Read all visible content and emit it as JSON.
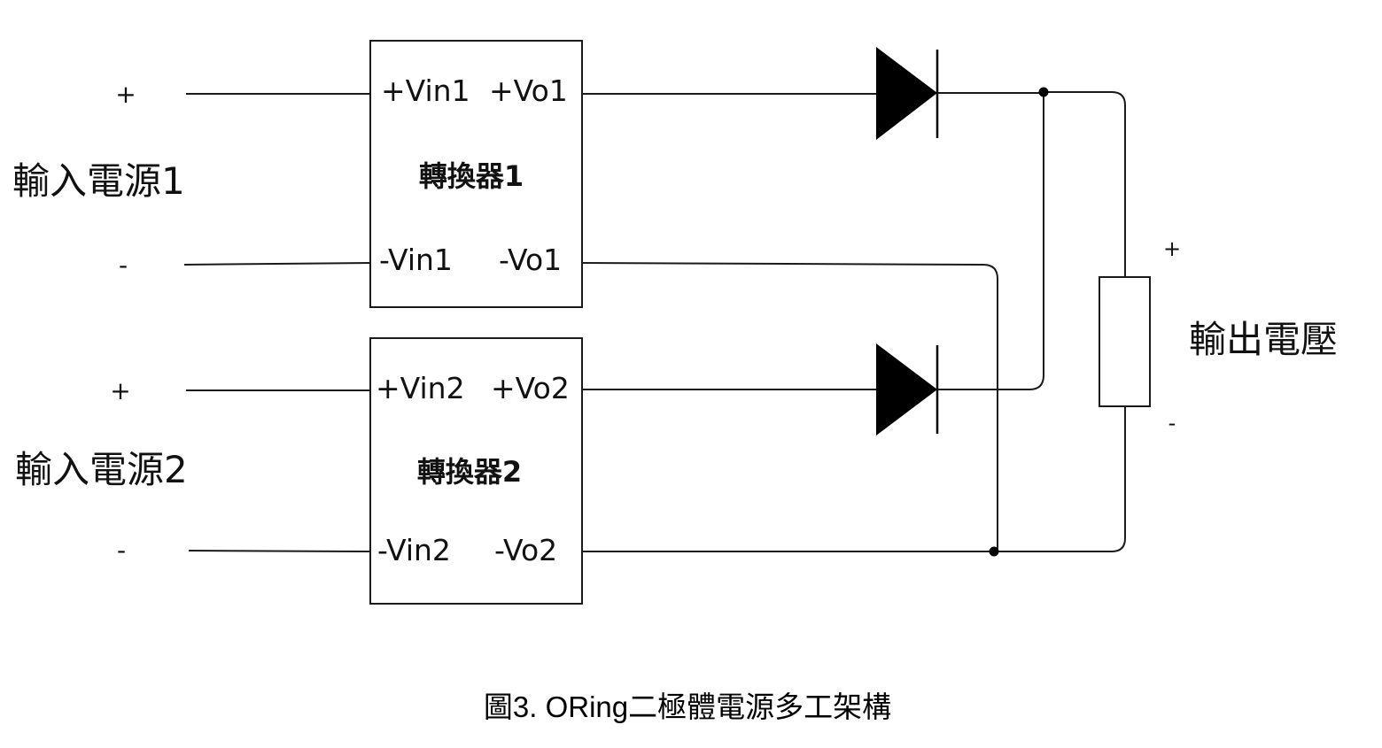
{
  "input1": {
    "label": "輸入電源1",
    "plus": "+",
    "minus": "-"
  },
  "input2": {
    "label": "輸入電源2",
    "plus": "+",
    "minus": "-"
  },
  "converter1": {
    "label": "轉換器1",
    "pins": {
      "vin_pos": "+Vin1",
      "vo_pos": "+Vo1",
      "vin_neg": "-Vin1",
      "vo_neg": "-Vo1"
    }
  },
  "converter2": {
    "label": "轉換器2",
    "pins": {
      "vin_pos": "+Vin2",
      "vo_pos": "+Vo2",
      "vin_neg": "-Vin2",
      "vo_neg": "-Vo2"
    }
  },
  "output": {
    "label": "輸出電壓",
    "plus": "+",
    "minus": "-"
  },
  "caption": "圖3. ORing二極體電源多工架構"
}
